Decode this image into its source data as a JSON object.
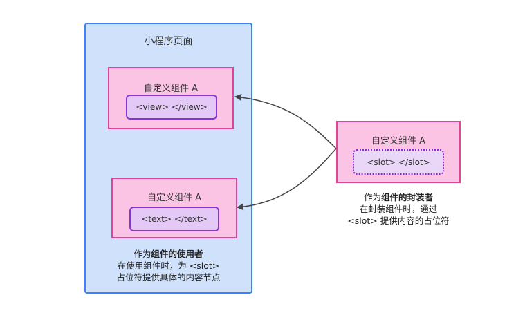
{
  "page": {
    "title": "小程序页面"
  },
  "user_component_1": {
    "title": "自定义组件 A",
    "slot_content": "<view> </view>"
  },
  "user_component_2": {
    "title": "自定义组件 A",
    "slot_content": "<text> </text>"
  },
  "wrapper_component": {
    "title": "自定义组件 A",
    "slot_content": "<slot> </slot>"
  },
  "user_note": {
    "prefix": "作为",
    "bold": "组件的使用者",
    "line2": "在使用组件时，为 <slot>",
    "line3": "占位符提供具体的内容节点"
  },
  "wrapper_note": {
    "prefix": "作为",
    "bold": "组件的封装者",
    "line2": "在封装组件时，通过",
    "line3": "<slot> 提供内容的占位符"
  },
  "colors": {
    "page_fill": "#cfe1fb",
    "page_border": "#3b82f6",
    "component_fill": "#fbc4e4",
    "component_border": "#e0449a",
    "slot_fill": "#e4c8f5",
    "slot_border": "#8b34d6"
  }
}
